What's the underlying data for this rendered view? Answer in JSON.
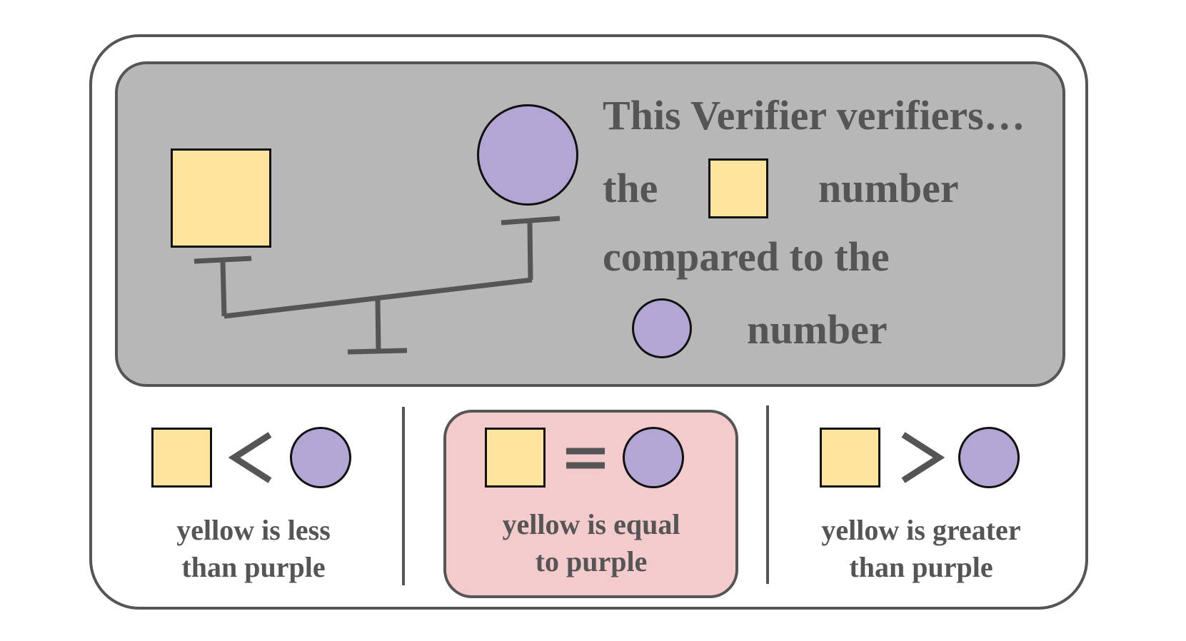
{
  "panel": {
    "heading": "This Verifier verifiers…",
    "line1_prefix": "the",
    "line1_suffix": "number",
    "line2": "compared to the",
    "line3_suffix": "number"
  },
  "options": [
    {
      "label_line1": "yellow is less",
      "label_line2": "than purple",
      "operator": "<",
      "selected": false
    },
    {
      "label_line1": "yellow is equal",
      "label_line2": "to purple",
      "operator": "=",
      "selected": true
    },
    {
      "label_line1": "yellow is greater",
      "label_line2": "than purple",
      "operator": ">",
      "selected": false
    }
  ],
  "colors": {
    "yellow": "#fee49c",
    "purple": "#b3a6d5",
    "panel_gray": "#b7b7b7",
    "highlight_pink": "#f4cbcd",
    "text_gray": "#555555"
  },
  "icons": [
    "yellow-square-icon",
    "purple-circle-icon",
    "balance-scale-icon"
  ]
}
